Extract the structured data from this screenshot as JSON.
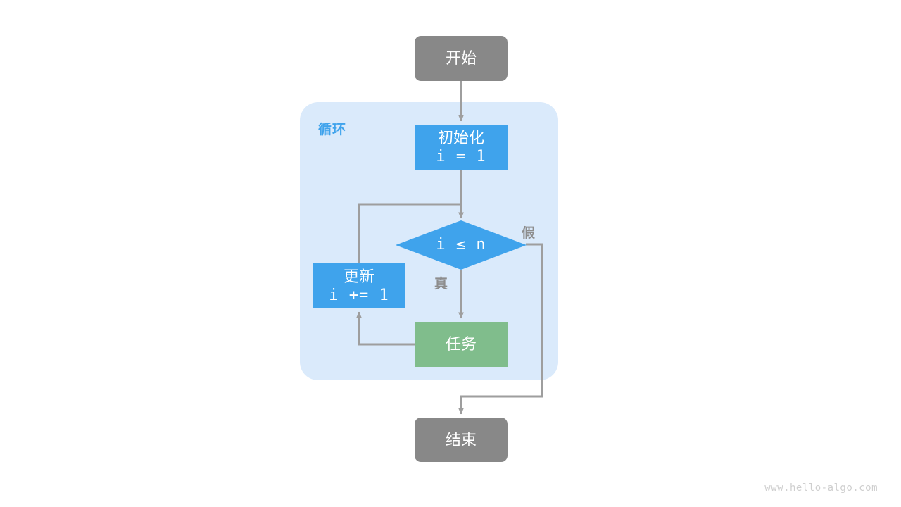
{
  "diagram": {
    "title_watermark": "www.hello-algo.com",
    "loop_container": {
      "label": "循环"
    },
    "nodes": {
      "start": {
        "label": "开始",
        "shape": "rounded-rect",
        "color": "#888888"
      },
      "init": {
        "line1": "初始化",
        "line2": "i = 1",
        "shape": "rect",
        "color": "#3fa3ec"
      },
      "condition": {
        "label": "i ≤ n",
        "shape": "diamond",
        "color": "#3fa3ec"
      },
      "update": {
        "line1": "更新",
        "line2": "i += 1",
        "shape": "rect",
        "color": "#3fa3ec"
      },
      "task": {
        "label": "任务",
        "shape": "rect",
        "color": "#80bd8c"
      },
      "end": {
        "label": "结束",
        "shape": "rounded-rect",
        "color": "#888888"
      }
    },
    "edge_labels": {
      "true": "真",
      "false": "假"
    },
    "colors": {
      "blue": "#3fa3ec",
      "green": "#80bd8c",
      "gray": "#888888",
      "loop_background": "#daeafb",
      "arrow": "#9e9e9e",
      "watermark": "#cfcfcf"
    }
  }
}
